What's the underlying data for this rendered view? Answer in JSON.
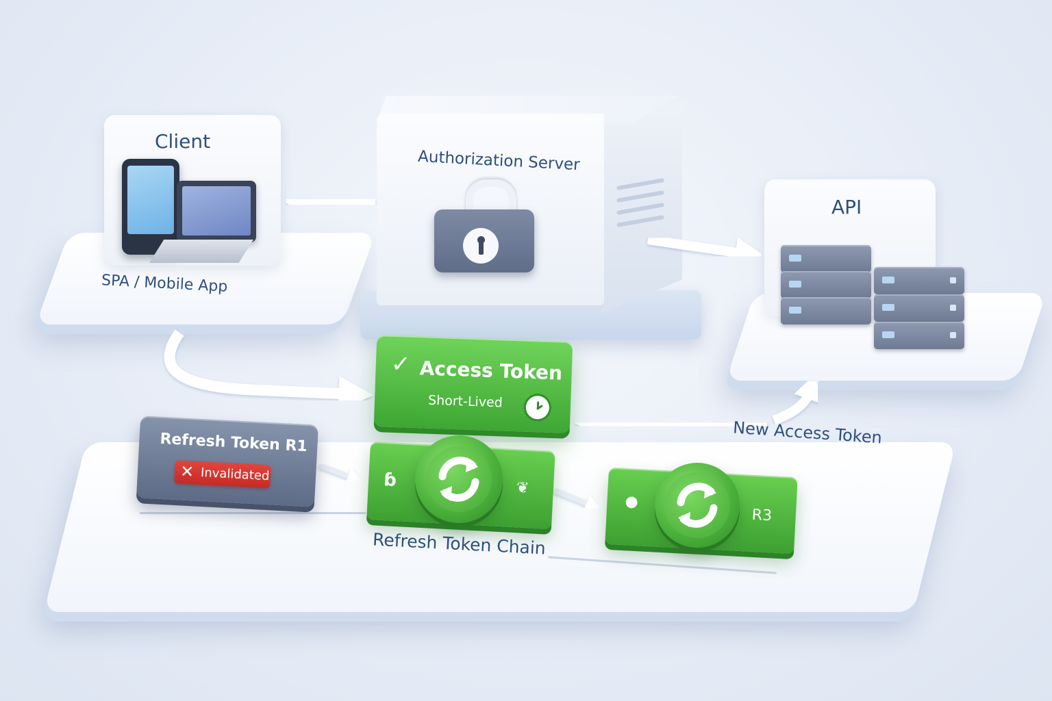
{
  "client": {
    "title": "Client",
    "subtitle": "SPA / Mobile App"
  },
  "auth_server": {
    "title": "Authorization Server"
  },
  "api": {
    "title": "API"
  },
  "access_token": {
    "title": "Access Token",
    "subtitle": "Short-Lived"
  },
  "refresh_r1": {
    "title": "Refresh Token R1",
    "badge": "Invalidated"
  },
  "refresh_r3": {
    "label": "R3"
  },
  "new_access_token": {
    "label": "New Access Token"
  },
  "chain": {
    "label": "Refresh Token Chain"
  },
  "colors": {
    "accent_green": "#3ea633",
    "text_blue": "#2f4f7e",
    "invalid_red": "#c42b25",
    "slate": "#5e6b86"
  },
  "icons": [
    "check-icon",
    "clock-icon",
    "lock-icon",
    "refresh-icon",
    "x-icon",
    "phone-icon",
    "laptop-icon",
    "server-rack-icon"
  ]
}
